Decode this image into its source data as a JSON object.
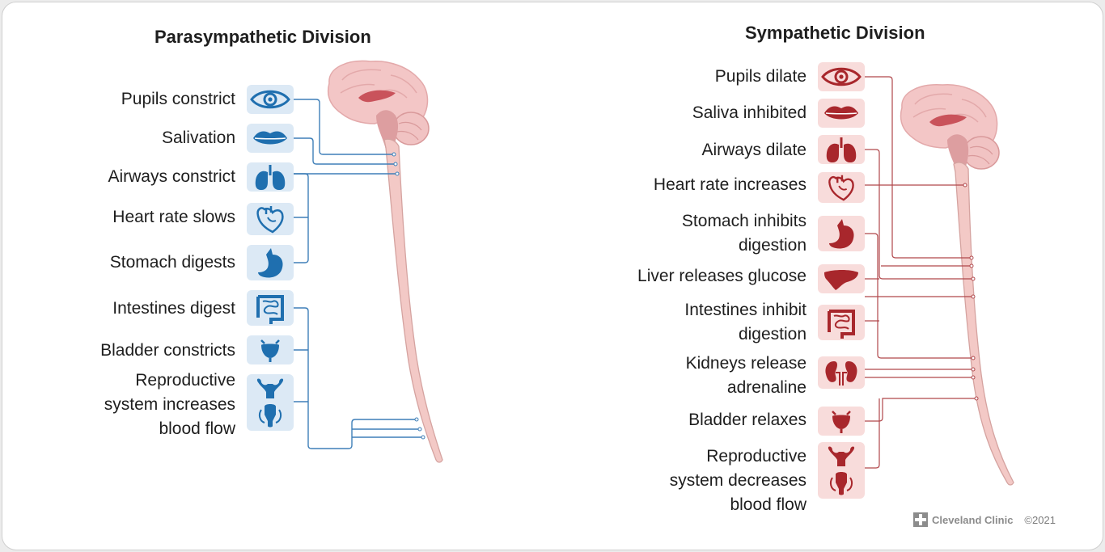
{
  "parasympathetic": {
    "title": "Parasympathetic Division",
    "color": "#1f6faf",
    "items": [
      {
        "label": "Pupils constrict",
        "icon": "eye-icon"
      },
      {
        "label": "Salivation",
        "icon": "lips-icon"
      },
      {
        "label": "Airways constrict",
        "icon": "lungs-icon"
      },
      {
        "label": "Heart rate slows",
        "icon": "heart-icon"
      },
      {
        "label": "Stomach digests",
        "icon": "stomach-icon"
      },
      {
        "label": "Intestines digest",
        "icon": "intestines-icon"
      },
      {
        "label": "Bladder constricts",
        "icon": "bladder-icon"
      },
      {
        "label": "Reproductive\nsystem increases\nblood flow",
        "icon": "reproductive-icon"
      }
    ]
  },
  "sympathetic": {
    "title": "Sympathetic Division",
    "color": "#a8272c",
    "items": [
      {
        "label": "Pupils dilate",
        "icon": "eye-icon"
      },
      {
        "label": "Saliva inhibited",
        "icon": "lips-icon"
      },
      {
        "label": "Airways dilate",
        "icon": "lungs-icon"
      },
      {
        "label": "Heart rate increases",
        "icon": "heart-icon"
      },
      {
        "label": "Stomach inhibits\ndigestion",
        "icon": "stomach-icon"
      },
      {
        "label": "Liver releases glucose",
        "icon": "liver-icon"
      },
      {
        "label": "Intestines inhibit\ndigestion",
        "icon": "intestines-icon"
      },
      {
        "label": "Kidneys release\nadrenaline",
        "icon": "kidneys-icon"
      },
      {
        "label": "Bladder relaxes",
        "icon": "bladder-icon"
      },
      {
        "label": "Reproductive\nsystem decreases\nblood flow",
        "icon": "reproductive-icon"
      }
    ]
  },
  "footer": {
    "brand": "Cleveland Clinic",
    "copyright": "©2021"
  }
}
